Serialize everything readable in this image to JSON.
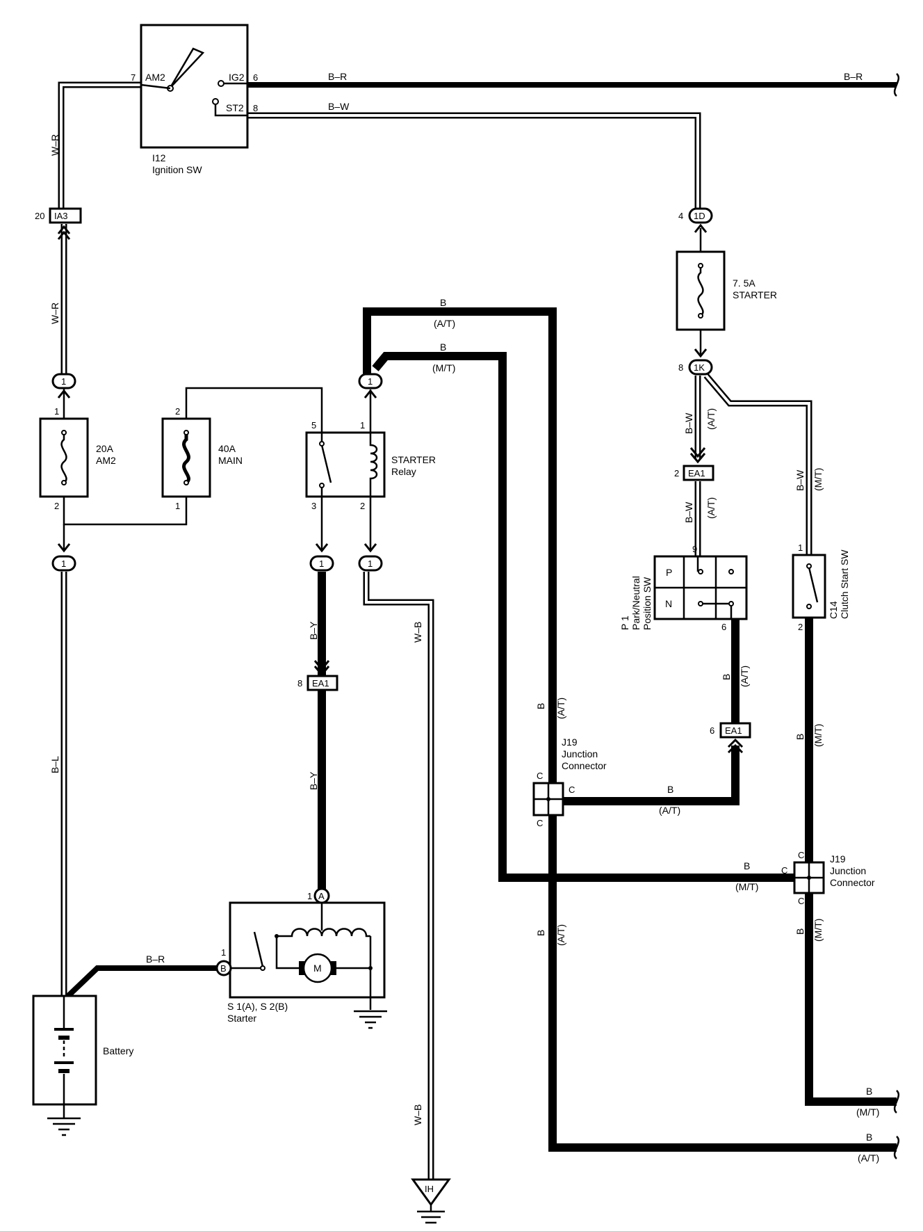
{
  "components": {
    "ignition_sw": {
      "code": "I12",
      "name": "Ignition SW",
      "terms": {
        "am2": "AM2",
        "ig2": "IG2",
        "st2": "ST2"
      },
      "pins": {
        "am2": "7",
        "ig2": "6",
        "st2": "8"
      }
    },
    "fuse_am2": {
      "rating": "20A",
      "name": "AM2",
      "pin_top": "1",
      "pin_bottom": "2"
    },
    "fuse_main": {
      "rating": "40A",
      "name": "MAIN",
      "pin_top": "2",
      "pin_bottom": "1"
    },
    "fuse_starter": {
      "rating": "7. 5A",
      "name": "STARTER"
    },
    "starter_relay": {
      "name": "STARTER",
      "sub": "Relay",
      "pin_tl": "5",
      "pin_tr": "1",
      "pin_bl": "3",
      "pin_br": "2"
    },
    "battery": {
      "name": "Battery"
    },
    "starter": {
      "code": "S 1(A), S 2(B)",
      "name": "Starter",
      "pin_a": "1",
      "pin_b": "1",
      "conn_a": "A",
      "conn_b": "B",
      "motor": "M"
    },
    "pnp_sw": {
      "code": "P 1",
      "name1": "Park/Neutral",
      "name2": "Position SW",
      "pos_p": "P",
      "pos_n": "N",
      "pin_top": "9",
      "pin_bottom": "6"
    },
    "clutch_sw": {
      "code": "C14",
      "name": "Clutch Start SW",
      "pin_top": "1",
      "pin_bottom": "2"
    },
    "j19_at": {
      "code": "J19",
      "name1": "Junction",
      "name2": "Connector",
      "c": "C"
    },
    "j19_mt": {
      "code": "J19",
      "name1": "Junction",
      "name2": "Connector",
      "c": "C"
    }
  },
  "connectors": {
    "ia3": {
      "label": "IA3",
      "pin": "20"
    },
    "d1": {
      "label": "1D",
      "pin": "4"
    },
    "k1": {
      "label": "1K",
      "pin": "8"
    },
    "ea1_top": {
      "label": "EA1",
      "pin": "2"
    },
    "ea1_mid": {
      "label": "EA1",
      "pin": "8"
    },
    "ea1_low": {
      "label": "EA1",
      "pin": "6"
    },
    "one": "1",
    "ground_ih": "IH"
  },
  "wires": {
    "b_r": "B–R",
    "b_w": "B–W",
    "w_r": "W–R",
    "b": "B",
    "b_l": "B–L",
    "b_y": "B–Y",
    "w_b": "W–B",
    "at": "(A/T)",
    "mt": "(M/T)"
  }
}
